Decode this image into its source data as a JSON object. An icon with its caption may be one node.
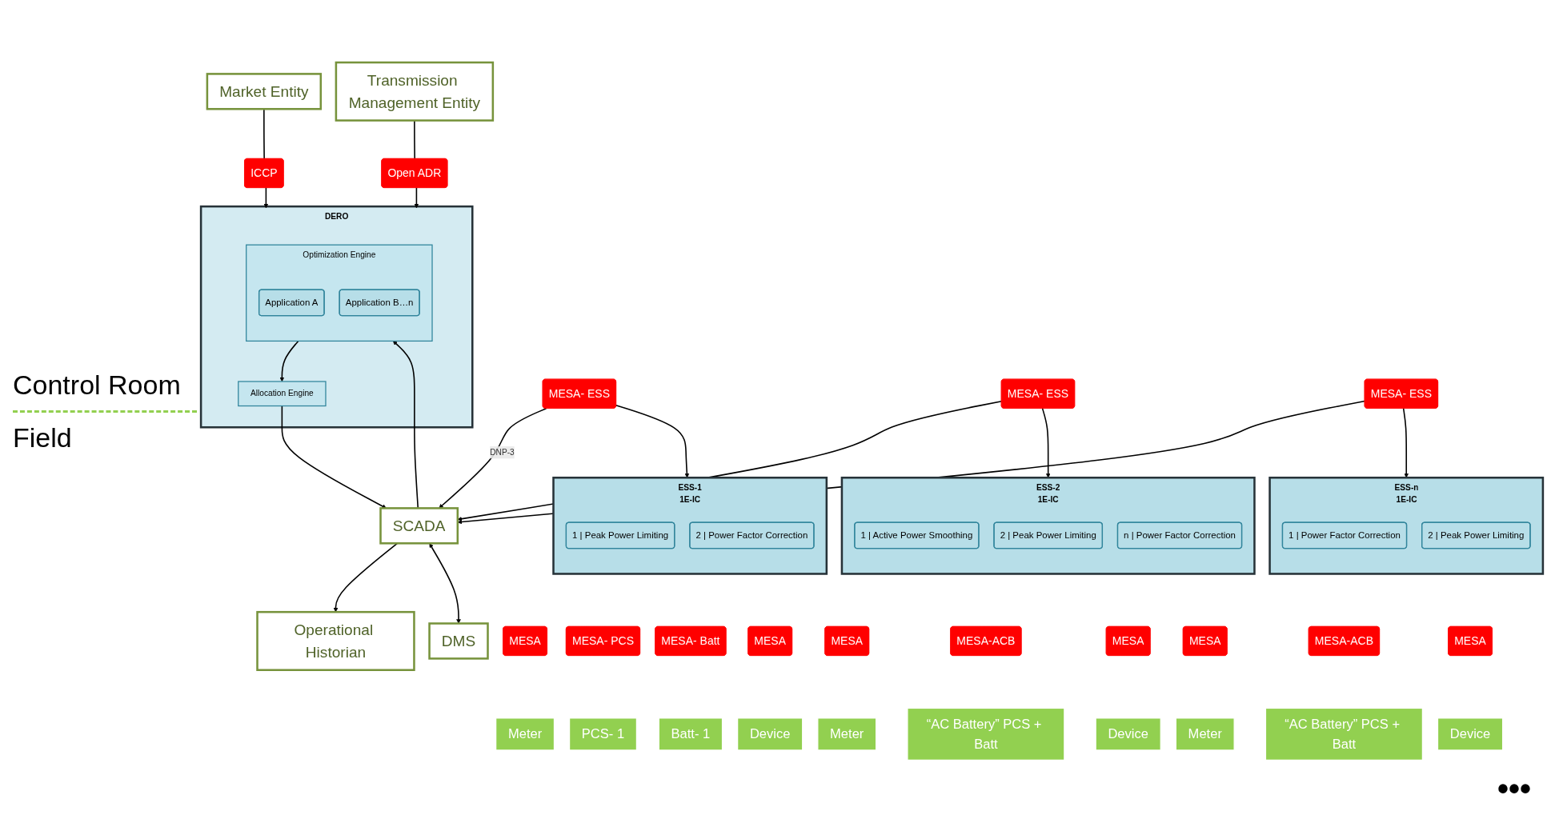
{
  "diagram": {
    "nodes": [
      {
        "text": [
          "Market Entity"
        ]
      },
      {
        "text": [
          "Transmission Management Entity"
        ]
      },
      {
        "text": [
          "ICCP"
        ]
      },
      {
        "text": [
          "Open ADR"
        ]
      },
      {
        "text": [
          "DERO"
        ]
      },
      {
        "text": [
          "Optimization Engine"
        ],
        "in": 4
      },
      {
        "text": [
          "Application A"
        ],
        "in": 5
      },
      {
        "text": [
          "Application B…n"
        ],
        "in": 5
      },
      {
        "text": [
          "Allocation Engine"
        ],
        "in": 4
      },
      {
        "text": [
          "Operational Historian"
        ]
      },
      {
        "text": [
          "SCADA"
        ]
      },
      {
        "text": [
          "DMS"
        ]
      },
      {
        "text": [
          "MESA- ESS"
        ]
      },
      {
        "text": [
          "ESS-1",
          "1E-IC"
        ]
      },
      {
        "text": [
          "1 | Peak Power Limiting"
        ],
        "in": 13
      },
      {
        "text": [
          "2 | Power Factor Correction"
        ],
        "in": 13
      },
      {
        "text": [
          "MESA"
        ]
      },
      {
        "text": [
          "Meter"
        ]
      },
      {
        "text": [
          "MESA- PCS"
        ]
      },
      {
        "text": [
          "PCS- 1"
        ]
      },
      {
        "text": [
          "MESA- Batt"
        ]
      },
      {
        "text": [
          "Batt- 1"
        ]
      },
      {
        "text": [
          "MESA"
        ]
      },
      {
        "text": [
          "Device"
        ]
      },
      {
        "text": [
          "MESA- ESS"
        ]
      },
      {
        "text": [
          "ESS-2",
          "1E-IC"
        ]
      },
      {
        "text": [
          "1 | Active Power Smoothing"
        ],
        "in": 25
      },
      {
        "text": [
          "2 | Peak Power Limiting"
        ],
        "in": 25
      },
      {
        "text": [
          "n | Power Factor Correction"
        ],
        "in": 25
      },
      {
        "text": [
          "MESA"
        ]
      },
      {
        "text": [
          "Meter"
        ]
      },
      {
        "text": [
          "MESA-ACB"
        ]
      },
      {
        "text": [
          "“AC Battery” PCS + Batt"
        ]
      },
      {
        "text": [
          "MESA"
        ]
      },
      {
        "text": [
          "Device"
        ]
      },
      {
        "text": [
          "MESA- ESS"
        ]
      },
      {
        "text": [
          "ESS-n",
          "1E-IC"
        ]
      },
      {
        "text": [
          "1 | Power Factor Correction"
        ],
        "in": 36
      },
      {
        "text": [
          "2 | Peak Power Limiting"
        ],
        "in": 36
      },
      {
        "text": [
          "MESA"
        ]
      },
      {
        "text": [
          "Meter"
        ]
      },
      {
        "text": [
          "MESA-ACB"
        ]
      },
      {
        "text": [
          "“AC Battery” PCS + Batt"
        ]
      },
      {
        "text": [
          "MESA"
        ]
      },
      {
        "text": [
          "Device"
        ]
      }
    ],
    "edges": [
      {
        "from": 0,
        "to": 2,
        "arrow": "none"
      },
      {
        "from": 2,
        "to": 4,
        "arrow": "to"
      },
      {
        "from": 1,
        "to": 3,
        "arrow": "none"
      },
      {
        "from": 3,
        "to": 4,
        "arrow": "to"
      },
      {
        "from": 5,
        "to": 8,
        "arrow": "to"
      },
      {
        "from": 10,
        "to": 5,
        "arrow": "to"
      },
      {
        "from": 8,
        "to": 10,
        "arrow": "to"
      },
      {
        "from": 10,
        "to": 9,
        "arrow": "to"
      },
      {
        "from": 10,
        "to": 11,
        "arrow": "both"
      },
      {
        "from": 12,
        "to": 10,
        "arrow": "to",
        "label": "DNP-3"
      },
      {
        "from": 24,
        "to": 10,
        "arrow": "to"
      },
      {
        "from": 35,
        "to": 10,
        "arrow": "to"
      },
      {
        "from": 12,
        "to": 13,
        "arrow": "to"
      },
      {
        "from": 24,
        "to": 25,
        "arrow": "to"
      },
      {
        "from": 35,
        "to": 36,
        "arrow": "to"
      }
    ],
    "labels": [
      "Control Room",
      "Field",
      "•••"
    ]
  }
}
